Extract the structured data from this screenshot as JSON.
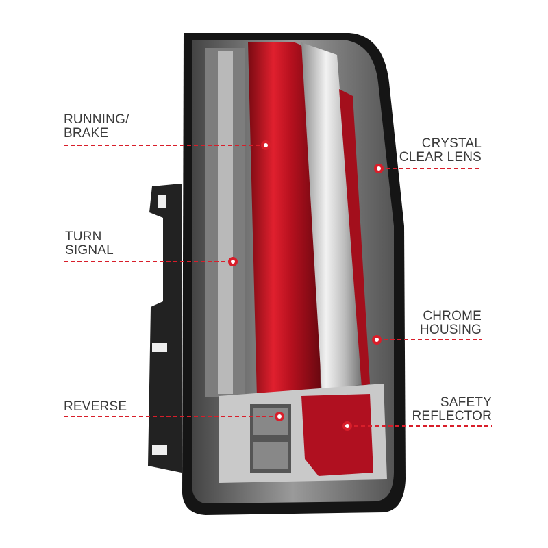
{
  "colors": {
    "accent": "#d81e2a",
    "label_text": "#3a3a3a",
    "lens_red": "#c8102e",
    "housing": "#1a1a1a"
  },
  "callouts": [
    {
      "lines": [
        "RUNNING/",
        "BRAKE"
      ],
      "side": "left"
    },
    {
      "lines": [
        "TURN",
        "SIGNAL"
      ],
      "side": "left"
    },
    {
      "lines": [
        "REVERSE"
      ],
      "side": "left"
    },
    {
      "lines": [
        "CRYSTAL",
        "CLEAR LENS"
      ],
      "side": "right"
    },
    {
      "lines": [
        "CHROME",
        "HOUSING"
      ],
      "side": "right"
    },
    {
      "lines": [
        "SAFETY",
        "REFLECTOR"
      ],
      "side": "right"
    }
  ]
}
